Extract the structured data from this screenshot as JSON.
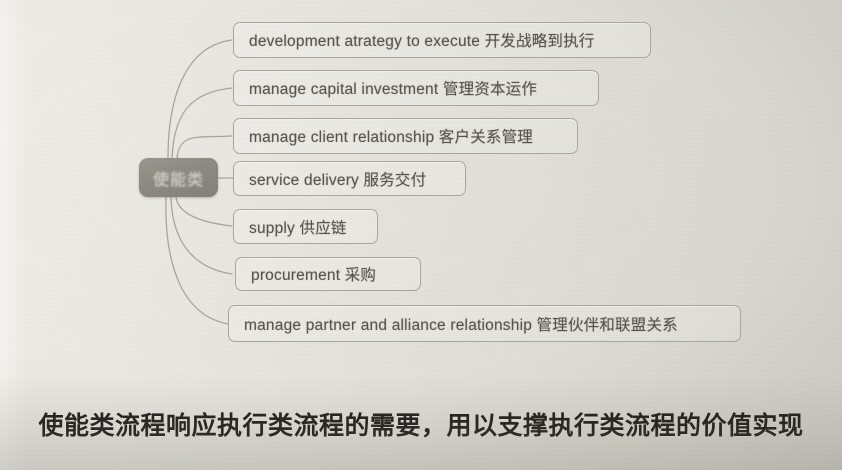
{
  "diagram": {
    "type": "mind-map",
    "title_note": "enabling-process mind map (photo of printed page)",
    "central_node": {
      "label": "使能类",
      "legible": false,
      "fill_color": "#8d8b82",
      "text_color": "#d6d4cd"
    },
    "branches": [
      {
        "id": "branch-1",
        "label": "development atrategy to execute 开发战略到执行",
        "english": "development atrategy to execute",
        "chinese": "开发战略到执行"
      },
      {
        "id": "branch-2",
        "label": "manage capital investment 管理资本运作",
        "english": "manage capital investment",
        "chinese": "管理资本运作"
      },
      {
        "id": "branch-3",
        "label": "manage client relationship 客户关系管理",
        "english": "manage client relationship",
        "chinese": "客户关系管理"
      },
      {
        "id": "branch-4",
        "label": "service delivery 服务交付",
        "english": "service delivery",
        "chinese": "服务交付"
      },
      {
        "id": "branch-5",
        "label": "supply 供应链",
        "english": "supply",
        "chinese": "供应链"
      },
      {
        "id": "branch-6",
        "label": "procurement 采购",
        "english": "procurement",
        "chinese": "采购"
      },
      {
        "id": "branch-7",
        "label": "manage partner and alliance relationship 管理伙伴和联盟关系",
        "english": "manage partner and alliance relationship",
        "chinese": "管理伙伴和联盟关系"
      }
    ],
    "caption": "使能类流程响应执行类流程的需要，用以支撑执行类流程的价值实现",
    "colors": {
      "background": "#e6e4dd",
      "box_border": "#a9a79f",
      "box_text": "#55544f",
      "connector": "#9d9b93",
      "caption_text": "#191814",
      "central_fill": "#8d8b82"
    }
  }
}
